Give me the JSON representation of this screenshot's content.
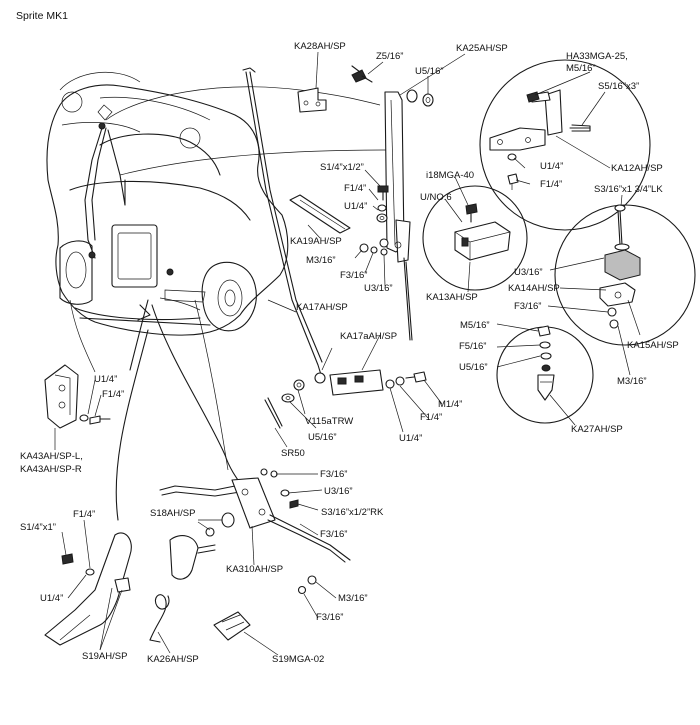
{
  "title": "Sprite MK1",
  "labels": {
    "ka28ah": "KA28AH/SP",
    "z5_16": "Z5/16”",
    "ka25ah": "KA25AH/SP",
    "u5_16_top": "U5/16”",
    "ha33mga": "HA33MGA-25,",
    "m5_16_top": "M5/16”",
    "s5_16x3": "S5/16”x3”",
    "s1_4x1_2": "S1/4”x1/2”",
    "f1_4_mid": "F1/4”",
    "u1_4_mid": "U1/4”",
    "u1_4_circle": "U1/4”",
    "ka12ah": "KA12AH/SP",
    "f1_4_circle": "F1/4”",
    "i18mga": "i18MGA-40",
    "uno6": "U/NO.6",
    "s3_16x1_3_4lk": "S3/16”x1 3/4”LK",
    "ka19ah": "KA19AH/SP",
    "m3_16_mid": "M3/16”",
    "f3_16_mid": "F3/16”",
    "u3_16_mid": "U3/16”",
    "ka13ah": "KA13AH/SP",
    "u3_16_right": "U3/16”",
    "ka14ah": "KA14AH/SP",
    "f3_16_right": "F3/16”",
    "ka17ah": "KA17AH/SP",
    "ka15ah": "KA15AH/SP",
    "ka17aah": "KA17aAH/SP",
    "m5_16_small": "M5/16”",
    "f5_16": "F5/16”",
    "u5_16_small": "U5/16”",
    "m3_16_right": "M3/16”",
    "u1_4_left": "U1/4”",
    "f1_4_left": "F1/4”",
    "v115": "V115aTRW",
    "m1_4": "M1/4”",
    "f1_4_lower": "F1/4”",
    "u5_16_lower": "U5/16”",
    "u1_4_lower": "U1/4”",
    "ka27ah": "KA27AH/SP",
    "ka43ah_l": "KA43AH/SP-L,",
    "ka43ah_r": "KA43AH/SP-R",
    "sr50": "SR50",
    "f3_16_a": "F3/16”",
    "u3_16_a": "U3/16”",
    "s18ah": "S18AH/SP",
    "s3_16x1_2rk": "S3/16”x1/2”RK",
    "f1_4_bottom": "F1/4”",
    "s1_4x1": "S1/4”x1”",
    "f3_16_b": "F3/16”",
    "ka310ah": "KA310AH/SP",
    "u1_4_bottom": "U1/4”",
    "m3_16_bottom": "M3/16”",
    "f3_16_bottom": "F3/16”",
    "s19ah": "S19AH/SP",
    "ka26ah": "KA26AH/SP",
    "s19mga02": "S19MGA-02"
  }
}
